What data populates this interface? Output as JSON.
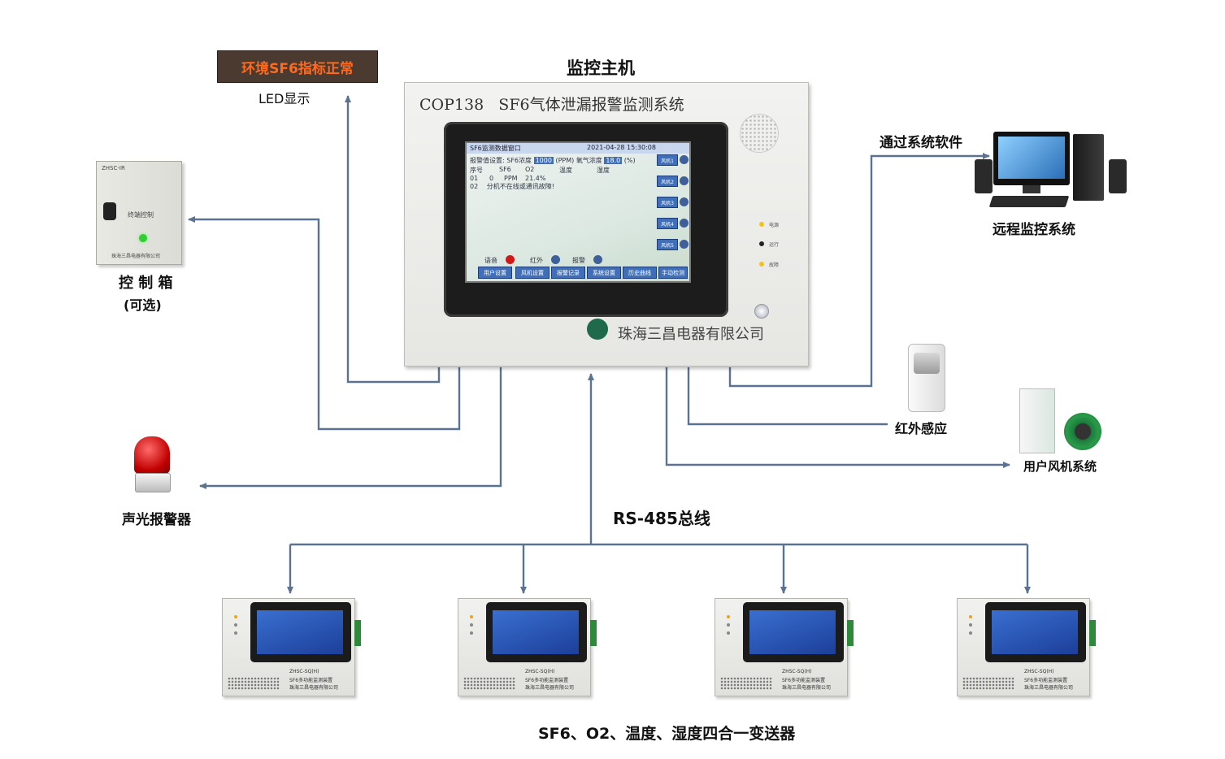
{
  "led_display": {
    "text": "环境SF6指标正常",
    "label": "LED显示"
  },
  "host": {
    "heading": "监控主机",
    "model": "COP138",
    "title": "SF6气体泄漏报警监测系统",
    "company": "珠海三昌电器有限公司",
    "indicators": [
      "电源",
      "运行",
      "故障"
    ],
    "screen": {
      "window_title": "SF6监测数据窗口",
      "datetime": "2021-04-28 15:30:08",
      "alarm_setting_label": "报警值设置: SF6浓度",
      "sf6_value": "1000",
      "sf6_unit": "(PPM)",
      "o2_label": "氧气浓度",
      "o2_value": "18.0",
      "o2_unit": "(%)",
      "columns": [
        "序号",
        "SF6",
        "O2",
        "温度",
        "湿度"
      ],
      "rows": [
        {
          "no": "01",
          "sf6": "0",
          "unit": "PPM",
          "o2": "21.4%"
        },
        {
          "no": "02",
          "text": "分机不在线或通讯故障!"
        }
      ],
      "fans": [
        "风机1",
        "风机2",
        "风机3",
        "风机4",
        "风机5"
      ],
      "status": [
        "语音",
        "红外",
        "报警"
      ],
      "menu": [
        "用户设置",
        "风机设置",
        "报警记录",
        "系统设置",
        "历史曲线",
        "手动检测"
      ]
    }
  },
  "control_box": {
    "label": "控 制 箱",
    "sublabel": "(可选)",
    "panel_model": "ZHSC-IR",
    "panel_text": "终端控制",
    "panel_company": "珠海三昌电器有限公司"
  },
  "alarm": {
    "label": "声光报警器"
  },
  "software": {
    "label": "通过系统软件"
  },
  "remote": {
    "label": "远程监控系统"
  },
  "ir_sensor": {
    "label": "红外感应"
  },
  "fan_system": {
    "label": "用户风机系统"
  },
  "bus": {
    "label": "RS-485总线"
  },
  "transmitters": {
    "label": "SF6、O2、温度、湿度四合一变送器",
    "model": "ZHSC-SQ(H)",
    "caption": "SF6多功能监测装置",
    "company": "珠海三昌电器有限公司",
    "count": 4
  },
  "colors": {
    "wire": "#5b7391",
    "led_bg": "#4a3a30",
    "led_text": "#ff6a1e"
  }
}
